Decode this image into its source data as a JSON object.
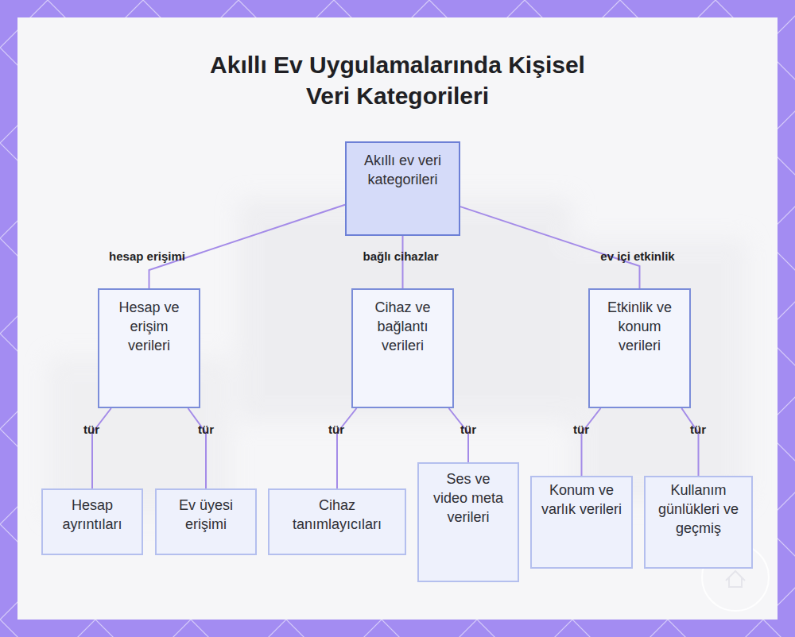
{
  "diagram": {
    "title": "Akıllı Ev Uygulamalarında Kişisel Veri Kategorileri",
    "nodes": [
      {
        "text": [
          "Akıllı ev veri kategorileri"
        ]
      },
      {
        "text": [
          "Hesap ve erişim verileri"
        ]
      },
      {
        "text": [
          "Cihaz ve bağlantı verileri"
        ]
      },
      {
        "text": [
          "Etkinlik ve konum verileri"
        ]
      },
      {
        "text": [
          "Hesap ayrıntıları"
        ]
      },
      {
        "text": [
          "Ev üyesi erişimi"
        ]
      },
      {
        "text": [
          "Cihaz tanımlayıcıları"
        ]
      },
      {
        "text": [
          "Ses ve video meta verileri"
        ]
      },
      {
        "text": [
          "Konum ve varlık verileri"
        ]
      },
      {
        "text": [
          "Kullanım günlükleri ve geçmiş"
        ]
      }
    ],
    "edges": [
      {
        "from": 0,
        "to": 1,
        "label": "hesap erişimi",
        "arrow": "none"
      },
      {
        "from": 0,
        "to": 2,
        "label": "bağlı cihazlar",
        "arrow": "none"
      },
      {
        "from": 0,
        "to": 3,
        "label": "ev içi etkinlik",
        "arrow": "none"
      },
      {
        "from": 1,
        "to": 4,
        "label": "tür",
        "arrow": "none"
      },
      {
        "from": 1,
        "to": 5,
        "label": "tür",
        "arrow": "none"
      },
      {
        "from": 2,
        "to": 6,
        "label": "tür",
        "arrow": "none"
      },
      {
        "from": 2,
        "to": 7,
        "label": "tür",
        "arrow": "none"
      },
      {
        "from": 3,
        "to": 8,
        "label": "tür",
        "arrow": "none"
      },
      {
        "from": 3,
        "to": 9,
        "label": "tür",
        "arrow": "none"
      }
    ]
  }
}
